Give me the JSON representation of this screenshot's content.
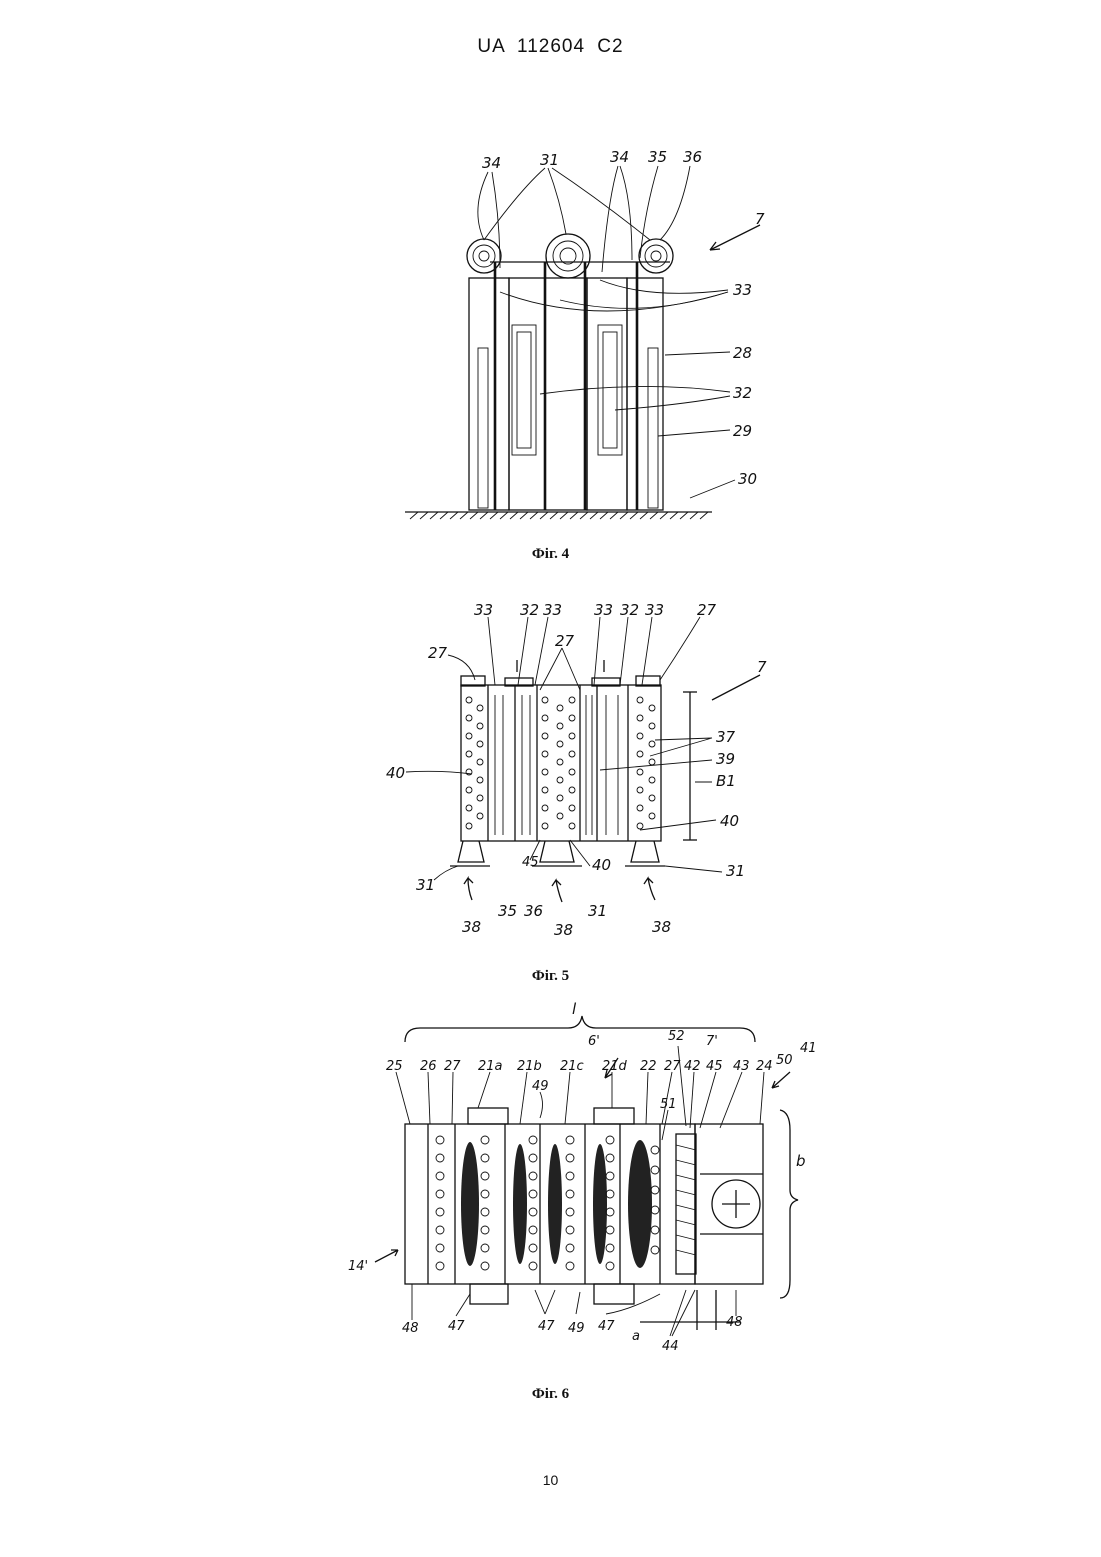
{
  "header": {
    "text": "UA 112604 C2"
  },
  "figures": [
    {
      "caption": "Фіг. 4",
      "labels": [
        "34",
        "31",
        "34",
        "35",
        "36",
        "7",
        "33",
        "28",
        "32",
        "29",
        "30"
      ]
    },
    {
      "caption": "Фіг. 5",
      "labels": [
        "33",
        "32",
        "33",
        "33",
        "32",
        "33",
        "27",
        "27",
        "27",
        "7",
        "37",
        "39",
        "B1",
        "40",
        "40",
        "40",
        "45",
        "31",
        "31",
        "31",
        "35",
        "36",
        "38",
        "38",
        "38"
      ]
    },
    {
      "caption": "Фіг. 6",
      "labels": [
        "l",
        "6'",
        "52",
        "7'",
        "25",
        "26",
        "27",
        "21a",
        "21b",
        "21c",
        "21d",
        "22",
        "27",
        "42",
        "45",
        "43",
        "24",
        "50",
        "41",
        "49",
        "51",
        "b",
        "14'",
        "48",
        "47",
        "47",
        "49",
        "47",
        "a",
        "44",
        "48"
      ]
    }
  ],
  "page_number": "10"
}
